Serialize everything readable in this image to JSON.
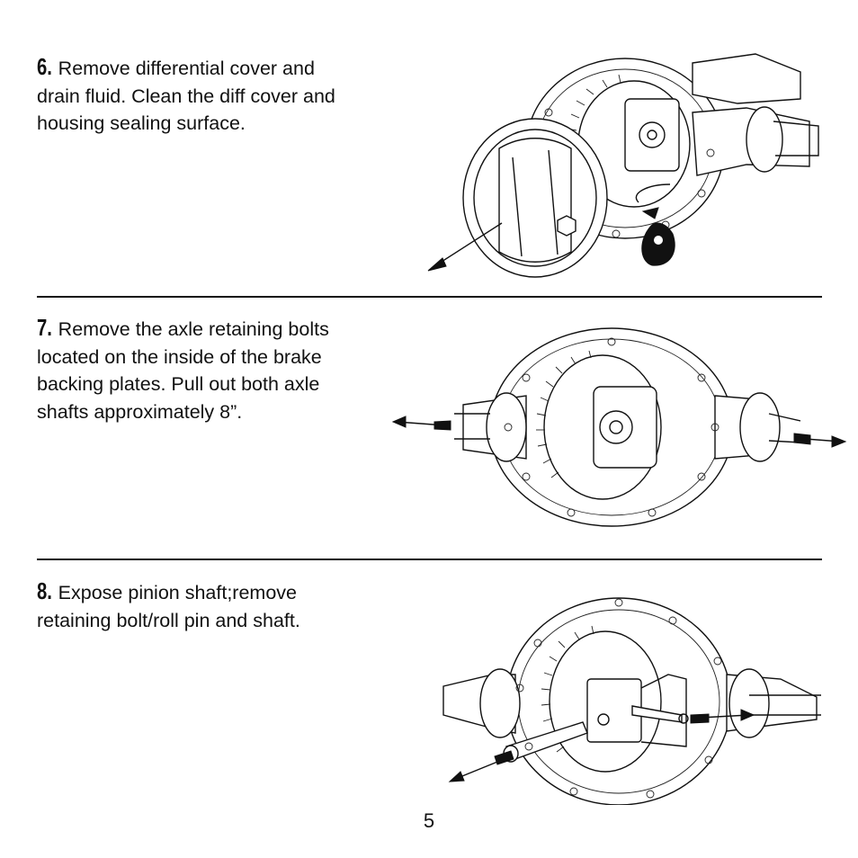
{
  "steps": [
    {
      "number": "6.",
      "lines": [
        "Remove differential cover and",
        "drain fluid.  Clean the diff cover and",
        "housing sealing surface."
      ]
    },
    {
      "number": "7.",
      "lines": [
        "Remove the axle retaining bolts",
        "located on the inside of the brake",
        "backing plates. Pull out both axle",
        "shafts approximately 8”."
      ]
    },
    {
      "number": "8.",
      "lines": [
        "Expose pinion shaft;remove",
        "retaining bolt/roll pin and shaft."
      ]
    }
  ],
  "page": {
    "number": "5"
  },
  "illustrations": [
    {
      "name": "differential-cover-removal-illustration"
    },
    {
      "name": "axle-shaft-removal-illustration"
    },
    {
      "name": "pinion-shaft-removal-illustration"
    }
  ]
}
